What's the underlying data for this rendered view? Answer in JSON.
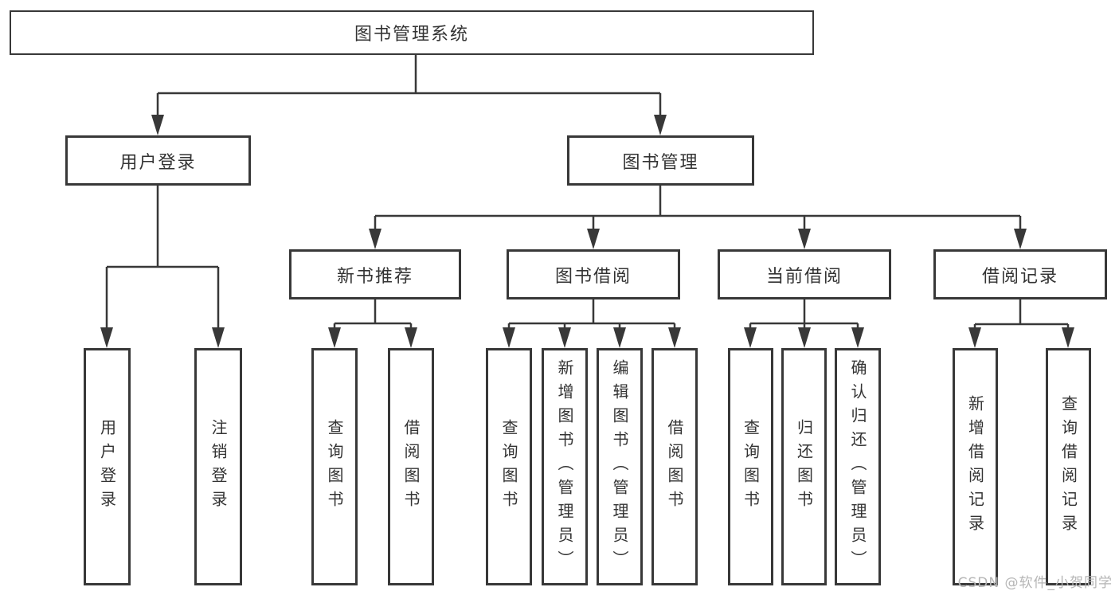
{
  "nodes": {
    "root": {
      "label": "图书管理系统"
    },
    "user_login": {
      "label": "用户登录"
    },
    "book_mgmt": {
      "label": "图书管理"
    },
    "new_books": {
      "label": "新书推荐"
    },
    "book_borrow": {
      "label": "图书借阅"
    },
    "current_borrow": {
      "label": "当前借阅"
    },
    "borrow_records": {
      "label": "借阅记录"
    },
    "leaf_user_login": {
      "label": "用户登录"
    },
    "leaf_logout": {
      "label": "注销登录"
    },
    "leaf_nb_query": {
      "label": "查询图书"
    },
    "leaf_nb_borrow": {
      "label": "借阅图书"
    },
    "leaf_bb_query": {
      "label": "查询图书"
    },
    "leaf_bb_add": {
      "label": "新增图书（管理员）"
    },
    "leaf_bb_edit": {
      "label": "编辑图书（管理员）"
    },
    "leaf_bb_borrow": {
      "label": "借阅图书"
    },
    "leaf_cb_query": {
      "label": "查询图书"
    },
    "leaf_cb_return": {
      "label": "归还图书"
    },
    "leaf_cb_confirm": {
      "label": "确认归还（管理员）"
    },
    "leaf_br_add": {
      "label": "新增借阅记录"
    },
    "leaf_br_query": {
      "label": "查询借阅记录"
    }
  },
  "watermark": {
    "text": "CSDN @软件_小贺同学"
  },
  "colors": {
    "line": "#383838",
    "box_border": "#383838",
    "text": "#333333",
    "watermark": "#b5b5b5",
    "background": "#ffffff"
  }
}
